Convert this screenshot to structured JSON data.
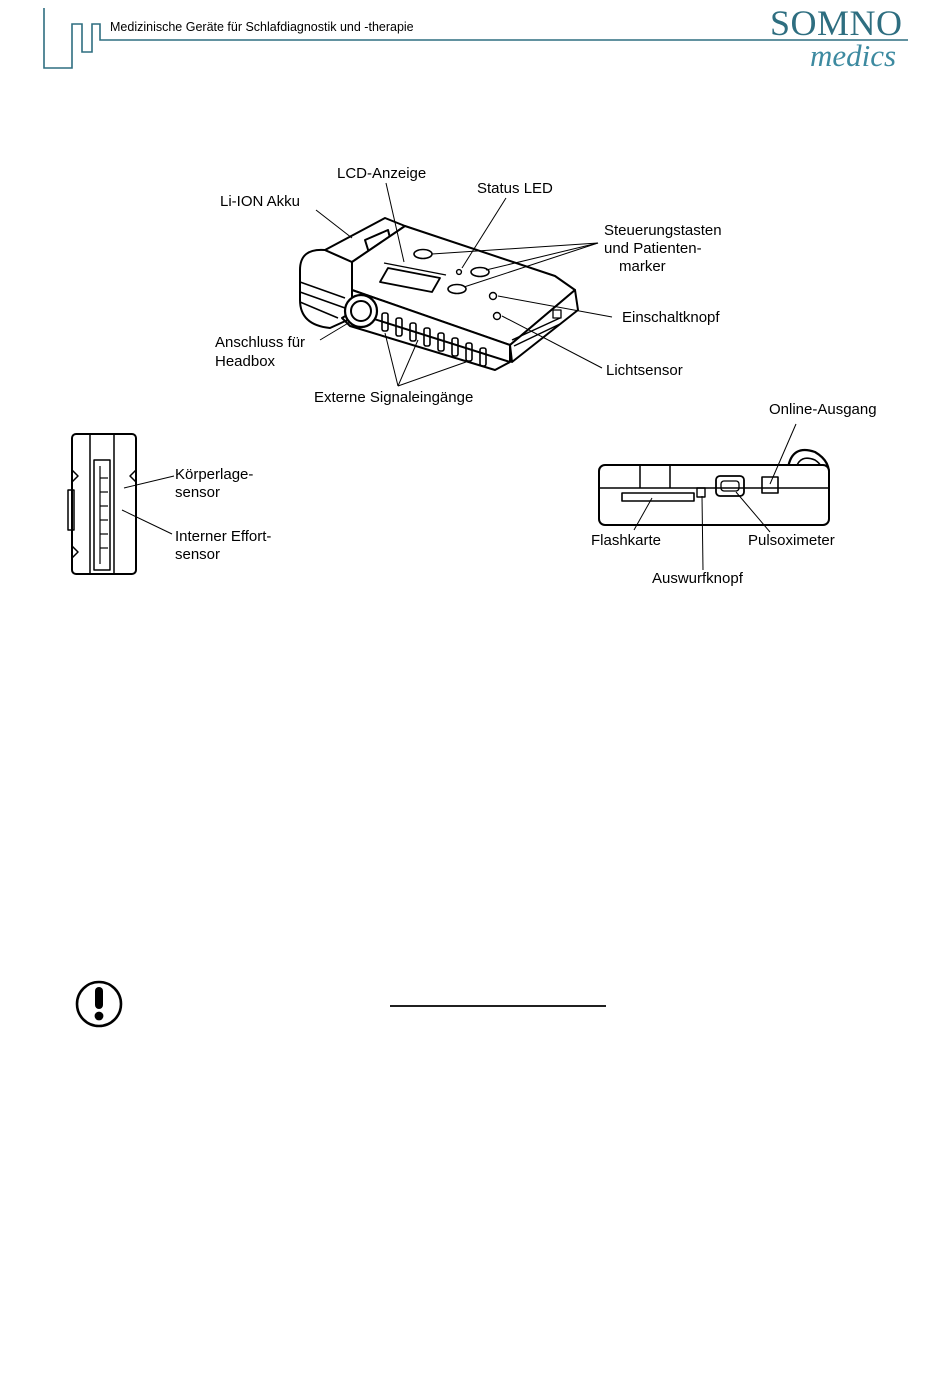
{
  "header": {
    "subtitle": "Medizinische Geräte für Schlafdiagnostik und -therapie",
    "logo_line1": "SOMNO",
    "logo_line2": "medics",
    "brand_color": "#2e6e80"
  },
  "figure": {
    "labels": {
      "lcd": "LCD-Anzeige",
      "status_led": "Status LED",
      "akku": "Li-ION Akku",
      "steuer_1": "Steuerungstasten",
      "steuer_2": "und Patienten-",
      "steuer_3": "marker",
      "einschalt": "Einschaltknopf",
      "anschluss_1": "Anschluss für",
      "anschluss_2": "Headbox",
      "licht": "Lichtsensor",
      "extern": "Externe Signaleingänge",
      "online": "Online-Ausgang",
      "koerper_1": "Körperlage-",
      "koerper_2": "sensor",
      "effort_1": "Interner Effort-",
      "effort_2": "sensor",
      "flash": "Flashkarte",
      "pulso": "Pulsoximeter",
      "auswurf": "Auswurfknopf"
    }
  },
  "notice": {
    "icon": "exclamation-circle-icon"
  }
}
